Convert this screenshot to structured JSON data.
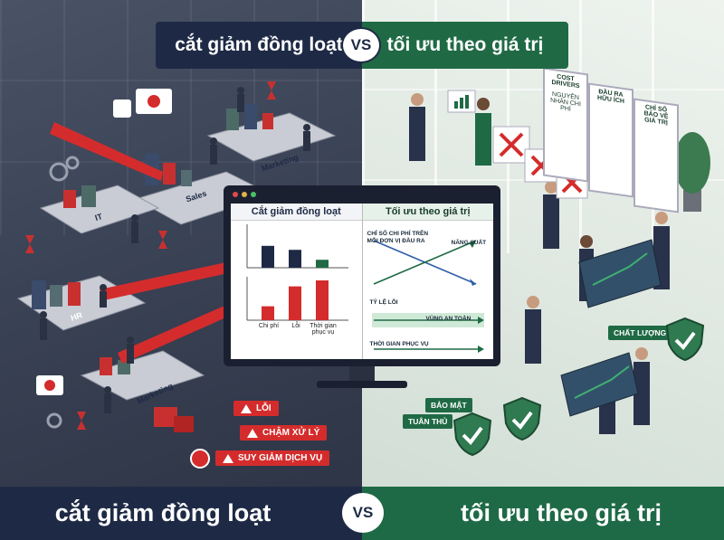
{
  "banner_top": {
    "left": "cắt giảm đồng loạt",
    "vs": "VS",
    "right": "tối ưu theo giá trị"
  },
  "banner_bottom": {
    "left": "cắt giảm đồng loạt",
    "vs": "VS",
    "right": "tối ưu theo giá trị"
  },
  "monitor": {
    "left_title": "Cắt giảm đồng loạt",
    "right_title": "Tối ưu theo giá trị",
    "left_labels": [
      "Chi phí",
      "Lỗi",
      "Thời gian phục vụ"
    ],
    "right_labels": {
      "cost_per_output": "CHỈ SỐ CHI PHÍ TRÊN MỖI ĐƠN VỊ ĐẦU RA",
      "productivity": "NĂNG SUẤT",
      "error_rate": "TỶ LỆ LỖI",
      "safe_zone": "VÙNG AN TOÀN",
      "service_time": "THỜI GIAN PHỤC VỤ"
    }
  },
  "alerts": [
    "LỖI",
    "CHẬM XỬ LÝ",
    "SUY GIẢM DỊCH VỤ"
  ],
  "departments": [
    "Sales",
    "Marketing",
    "IT",
    "HR",
    "Marketing"
  ],
  "green_tags": [
    "CHẤT LƯỢNG",
    "BẢO MẬT",
    "TUÂN THỦ"
  ],
  "whiteboard": [
    "COST DRIVERS",
    "NGUYÊN NHÂN CHI PHÍ",
    "ĐẦU RA HỮU ÍCH",
    "CHỈ SỐ BẢO VỆ GIÁ TRỊ"
  ],
  "colors": {
    "navy": "#1e2a45",
    "green": "#1f6a45",
    "red": "#d42c2c"
  },
  "chart_data": [
    {
      "type": "bar",
      "title": "Cắt giảm đồng loạt",
      "categories": [
        "Chi phí",
        "Lỗi",
        "Thời gian phục vụ"
      ],
      "series": [
        {
          "values": [
            0.55,
            0.45,
            0.2
          ]
        },
        {
          "values": [
            0.35,
            0.85,
            1.0
          ]
        }
      ]
    },
    {
      "type": "line",
      "title": "Tối ưu theo giá trị",
      "series": [
        {
          "name": "CHỈ SỐ CHI PHÍ TRÊN MỖI ĐƠN VỊ ĐẦU RA",
          "trend": "down"
        },
        {
          "name": "NĂNG SUẤT",
          "trend": "up"
        },
        {
          "name": "TỶ LỆ LỖI",
          "trend": "flat"
        },
        {
          "name": "THỜI GIAN PHỤC VỤ",
          "trend": "flat"
        }
      ]
    }
  ]
}
